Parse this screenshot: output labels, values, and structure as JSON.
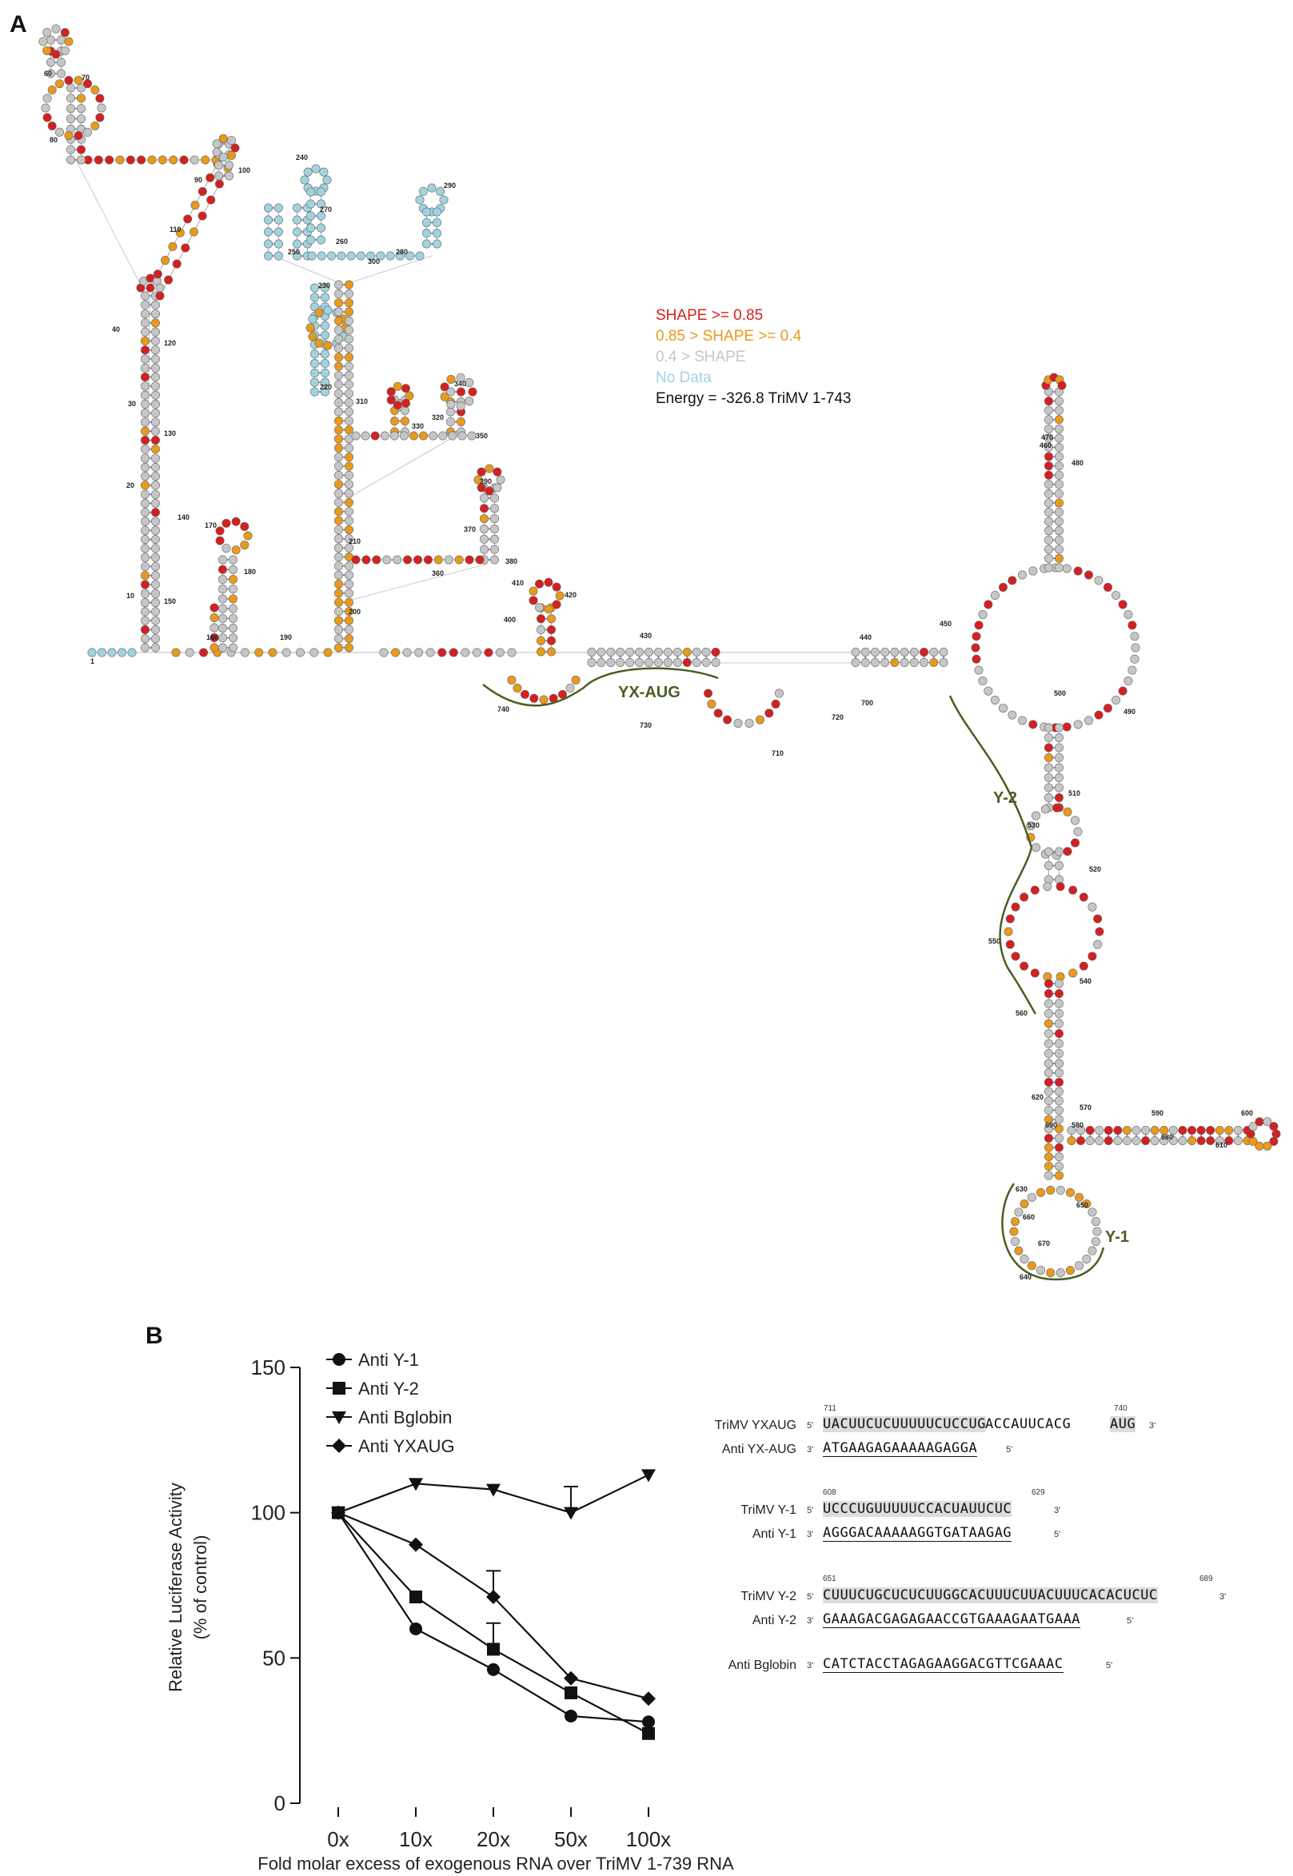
{
  "panels": {
    "a": "A",
    "b": "B"
  },
  "legend": {
    "items": [
      {
        "text": "SHAPE >= 0.85",
        "color": "#d42020"
      },
      {
        "text": "0.85 > SHAPE >= 0.4",
        "color": "#e89a1c"
      },
      {
        "text": "0.4 > SHAPE",
        "color": "#c6c6c6"
      },
      {
        "text": "No Data",
        "color": "#9fd3df"
      }
    ],
    "energy": "Energy = -326.8 TriMV 1-743"
  },
  "structure": {
    "region_labels": {
      "yxaug": "YX-AUG",
      "y2": "Y-2",
      "y1": "Y-1"
    },
    "numbers": [
      {
        "t": "60"
      },
      {
        "t": "70"
      },
      {
        "t": "80"
      },
      {
        "t": "90"
      },
      {
        "t": "100"
      },
      {
        "t": "110"
      },
      {
        "t": "40"
      },
      {
        "t": "120"
      },
      {
        "t": "30"
      },
      {
        "t": "130"
      },
      {
        "t": "20"
      },
      {
        "t": "140"
      },
      {
        "t": "10"
      },
      {
        "t": "150"
      },
      {
        "t": "160"
      },
      {
        "t": "170"
      },
      {
        "t": "180"
      },
      {
        "t": "190"
      },
      {
        "t": "200"
      },
      {
        "t": "210"
      },
      {
        "t": "220"
      },
      {
        "t": "230"
      },
      {
        "t": "240"
      },
      {
        "t": "250"
      },
      {
        "t": "260"
      },
      {
        "t": "270"
      },
      {
        "t": "280"
      },
      {
        "t": "290"
      },
      {
        "t": "300"
      },
      {
        "t": "310"
      },
      {
        "t": "320"
      },
      {
        "t": "330"
      },
      {
        "t": "340"
      },
      {
        "t": "350"
      },
      {
        "t": "360"
      },
      {
        "t": "370"
      },
      {
        "t": "380"
      },
      {
        "t": "390"
      },
      {
        "t": "400"
      },
      {
        "t": "410"
      },
      {
        "t": "420"
      },
      {
        "t": "430"
      },
      {
        "t": "440"
      },
      {
        "t": "450"
      },
      {
        "t": "460"
      },
      {
        "t": "470"
      },
      {
        "t": "480"
      },
      {
        "t": "490"
      },
      {
        "t": "500"
      },
      {
        "t": "510"
      },
      {
        "t": "520"
      },
      {
        "t": "530"
      },
      {
        "t": "540"
      },
      {
        "t": "550"
      },
      {
        "t": "560"
      },
      {
        "t": "570"
      },
      {
        "t": "580"
      },
      {
        "t": "590"
      },
      {
        "t": "600"
      },
      {
        "t": "610"
      },
      {
        "t": "620"
      },
      {
        "t": "630"
      },
      {
        "t": "640"
      },
      {
        "t": "650"
      },
      {
        "t": "660"
      },
      {
        "t": "670"
      },
      {
        "t": "680"
      },
      {
        "t": "690"
      },
      {
        "t": "700"
      },
      {
        "t": "710"
      },
      {
        "t": "720"
      },
      {
        "t": "730"
      },
      {
        "t": "740"
      },
      {
        "t": "1"
      }
    ]
  },
  "sequences": [
    {
      "name": "TriMV YXAUG",
      "five": "5'",
      "three": "3'",
      "start": "711",
      "end": "740",
      "target_parts": [
        "UACUUCUCUUUUUCUCCUG",
        "ACCAUUCACG",
        "AUG"
      ],
      "anti_name": "Anti YX-AUG",
      "anti_five": "3'",
      "anti_three": "5'",
      "anti": "ATGAAGAGAAAAAGAGGA"
    },
    {
      "name": "TriMV Y-1",
      "five": "5'",
      "three": "3'",
      "start": "608",
      "end": "629",
      "target_parts": [
        "UCCCUGUUUUUCCACUAUUCUC"
      ],
      "anti_name": "Anti Y-1",
      "anti_five": "3'",
      "anti_three": "5'",
      "anti": "AGGGACAAAAAGGTGATAAGAG"
    },
    {
      "name": "TriMV Y-2",
      "five": "5'",
      "three": "3'",
      "start": "651",
      "end": "689",
      "target_parts": [
        "CUUUCUGCUCUCUUGGCACUUUCUUACUUUCACACUCUC"
      ],
      "anti_name": "Anti Y-2",
      "anti_five": "3'",
      "anti_three": "5'",
      "anti": "GAAAGACGAGAGAACCGTGAAAGAATGAAA"
    },
    {
      "name": "",
      "anti_name": "Anti Bglobin",
      "anti_five": "3'",
      "anti_three": "5'",
      "anti": "CATCTACCTAGAGAAGGACGTTCGAAAC"
    }
  ],
  "chart_data": {
    "type": "line",
    "categories": [
      "0x",
      "10x",
      "20x",
      "50x",
      "100x"
    ],
    "xlabel": "Fold molar excess of exogenous RNA over TriMV 1-739 RNA",
    "ylabel": "Relative Luciferase Activity",
    "ylabel2": "(% of control)",
    "ylim": [
      0,
      150
    ],
    "yticks": [
      "0",
      "50",
      "100",
      "150"
    ],
    "legend_position": "top-left",
    "series": [
      {
        "name": "Anti Y-1",
        "marker": "circle",
        "values": [
          100,
          60,
          46,
          30,
          28
        ],
        "errors": [
          0,
          0,
          0,
          0,
          0
        ]
      },
      {
        "name": "Anti Y-2",
        "marker": "square",
        "values": [
          100,
          71,
          53,
          38,
          24
        ],
        "errors": [
          0,
          0,
          9,
          0,
          0
        ]
      },
      {
        "name": "Anti Bglobin",
        "marker": "triangle-down",
        "values": [
          100,
          110,
          108,
          100,
          113
        ],
        "errors": [
          0,
          0,
          0,
          9,
          0
        ]
      },
      {
        "name": "Anti YXAUG",
        "marker": "diamond",
        "values": [
          100,
          89,
          71,
          43,
          36
        ],
        "errors": [
          0,
          0,
          9,
          0,
          0
        ]
      }
    ]
  }
}
